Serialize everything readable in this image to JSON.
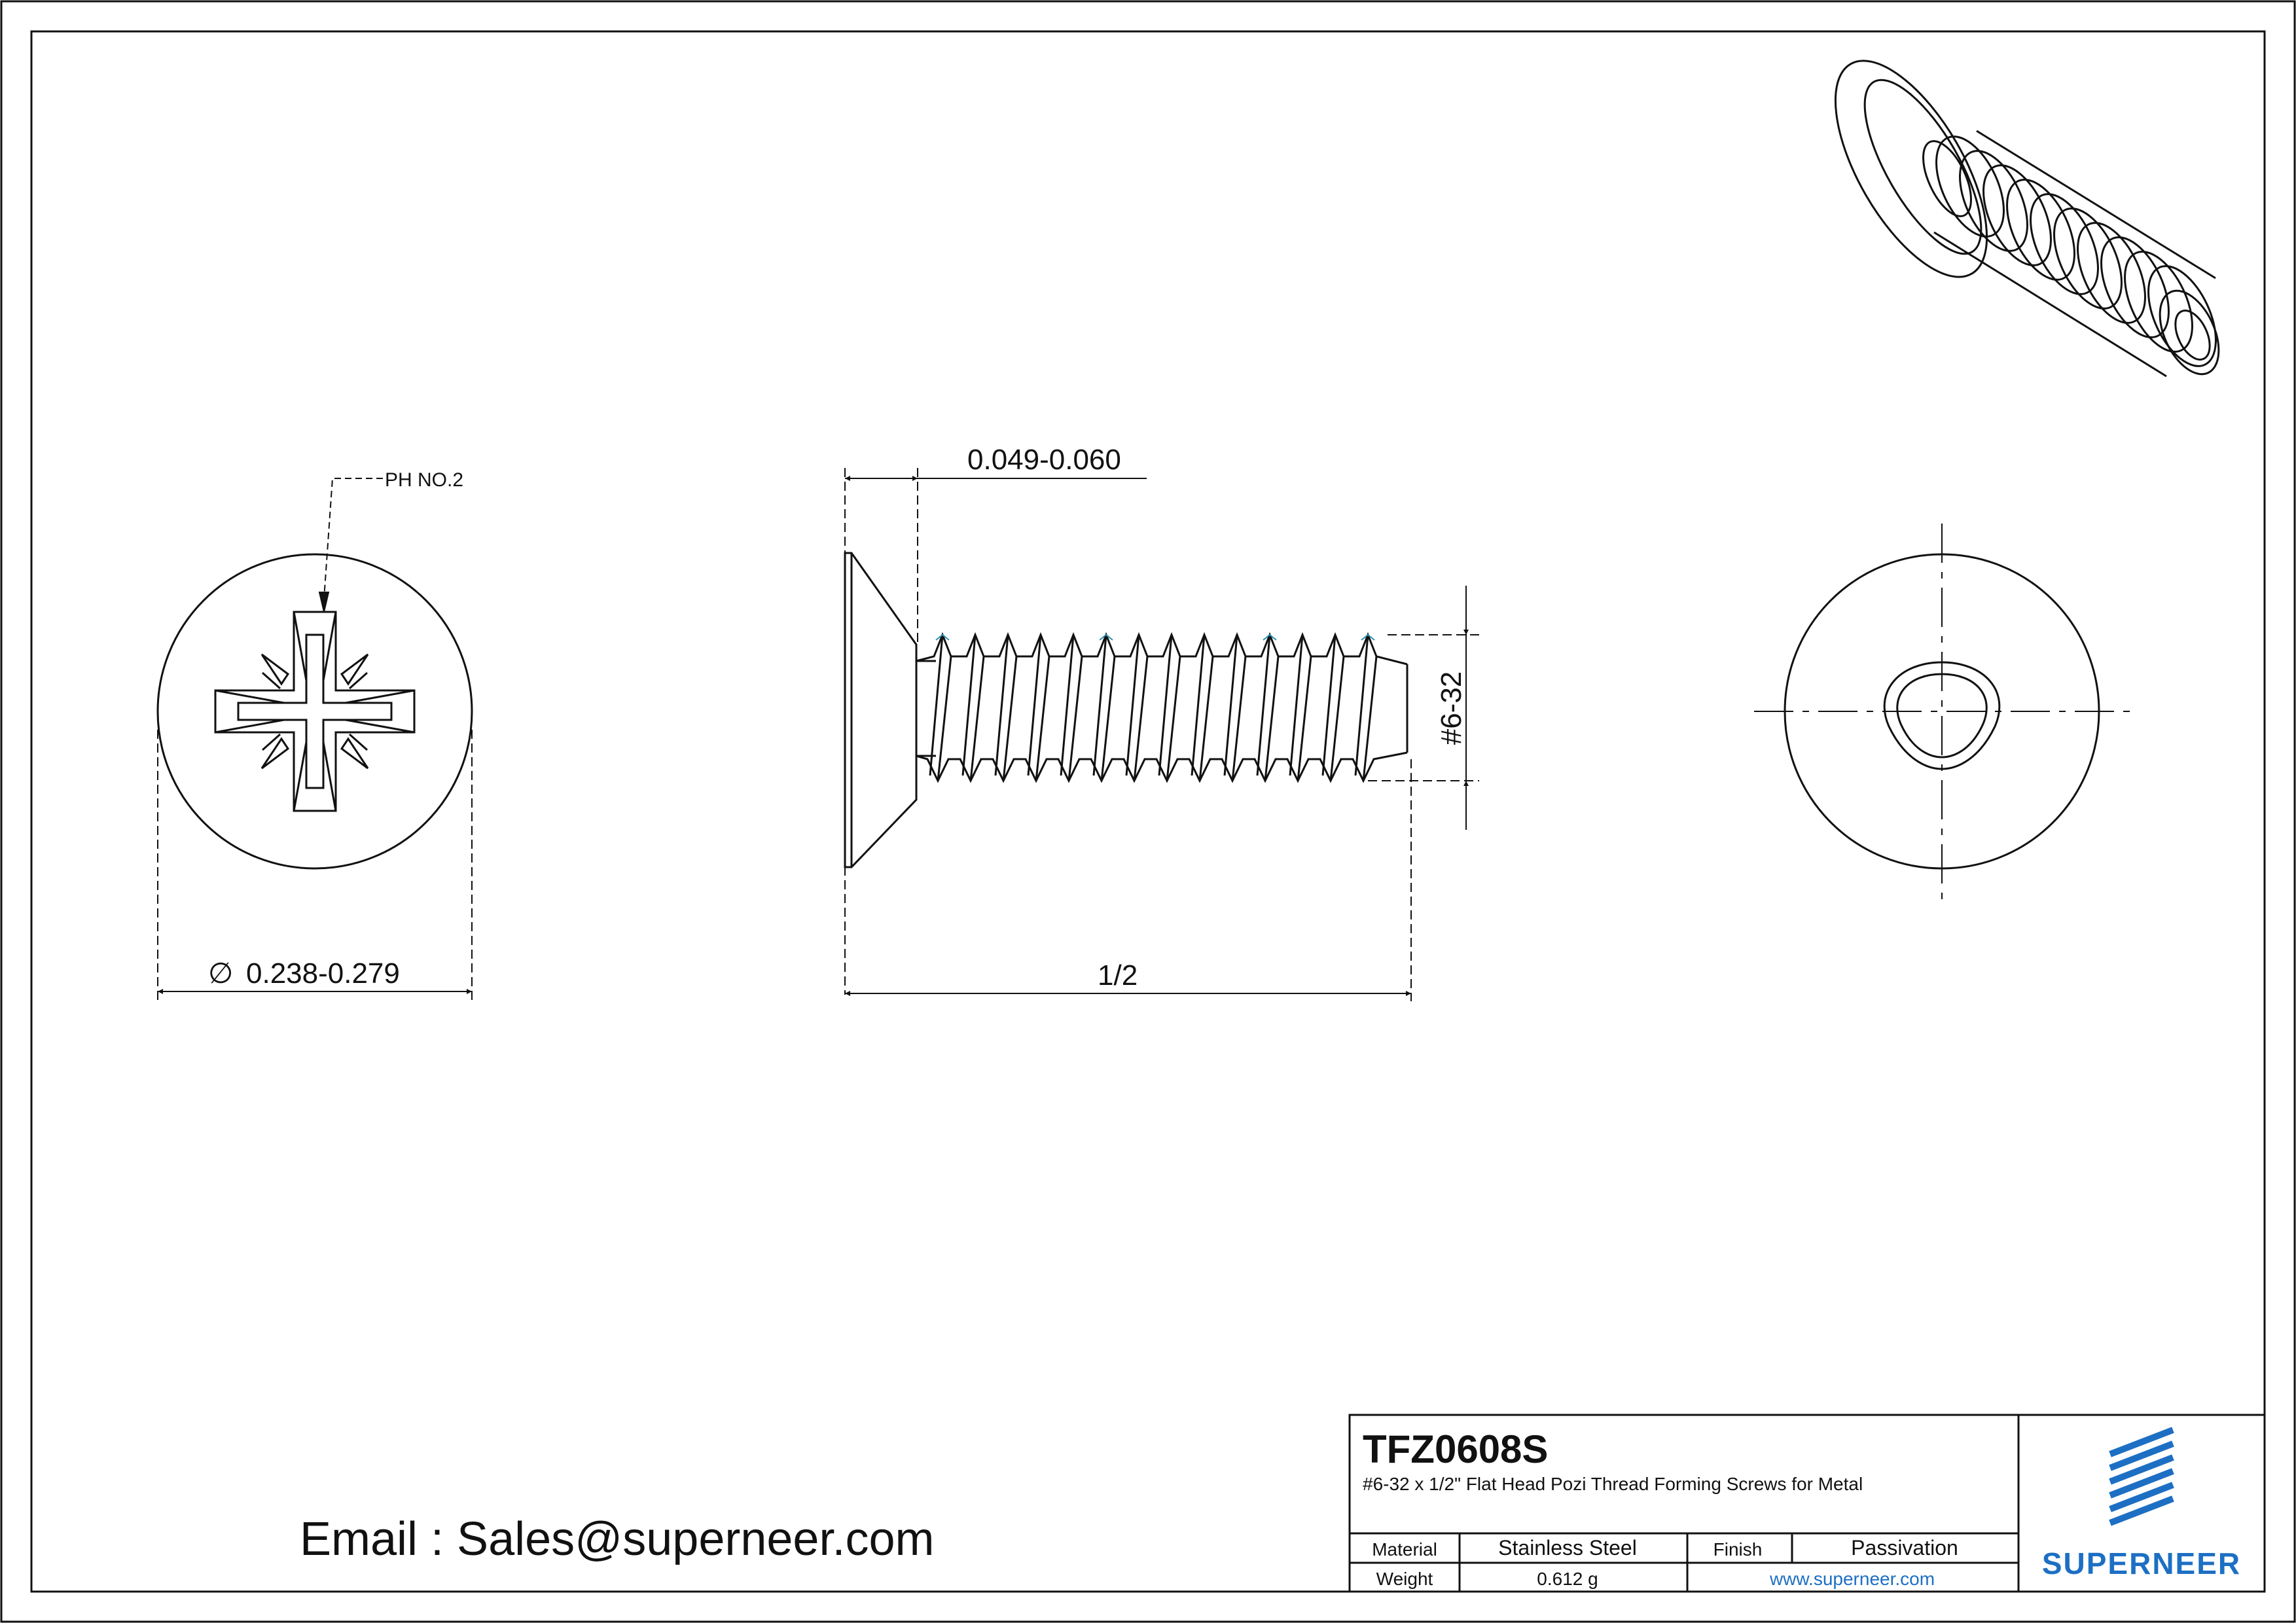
{
  "drawing": {
    "part_number": "TFZ0608S",
    "description": "#6-32 x 1/2\" Flat Head Pozi Thread Forming Screws for Metal",
    "email": "Email : Sales@superneer.com"
  },
  "dimensions": {
    "drive_note": "PH NO.2",
    "head_diameter_symbol": "∅",
    "head_diameter": "0.238-0.279",
    "head_height": "0.049-0.060",
    "length": "1/2",
    "thread": "#6-32"
  },
  "title_block": {
    "material_label": "Material",
    "material_value": "Stainless Steel",
    "finish_label": "Finish",
    "finish_value": "Passivation",
    "weight_label": "Weight",
    "weight_value": "0.612 g",
    "website": "www.superneer.com"
  },
  "logo": {
    "text": "SUPERNEER",
    "color": "#1d6fc4"
  },
  "colors": {
    "line": "#111111",
    "accent": "#1d6fc4",
    "thread_tip": "#2a8fb0"
  }
}
